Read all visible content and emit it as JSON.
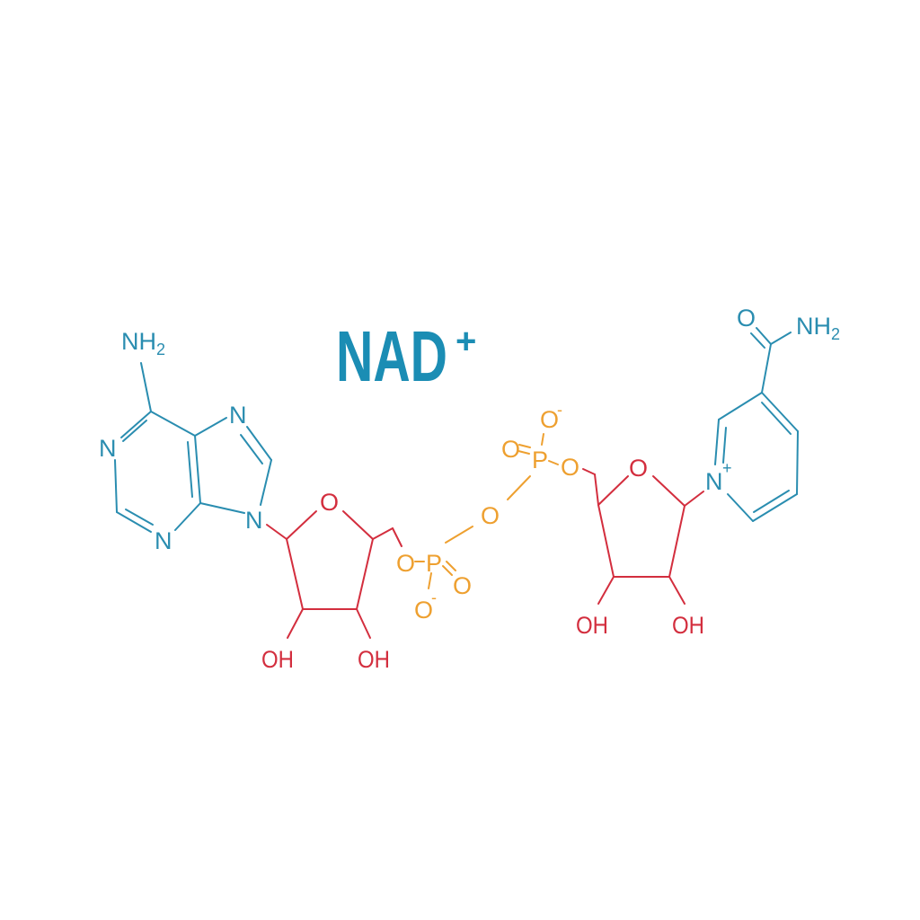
{
  "title": {
    "text": "NAD",
    "superscript": "+",
    "color": "#1b8db4"
  },
  "colors": {
    "base": "#2a8db0",
    "sugar": "#d32e3e",
    "phosphate": "#eea030"
  },
  "adenine": {
    "amine": "NH",
    "amine_sub": "2",
    "n1": "N",
    "n3": "N",
    "n7": "N",
    "n9": "N"
  },
  "ribose_1": {
    "ring_o": "O",
    "oh_2": "OH",
    "oh_3": "OH"
  },
  "phosphate": {
    "p1": {
      "o_ester": "O",
      "p": "P",
      "o_double": "O",
      "o_minus": "O",
      "charge": "-"
    },
    "bridge_o": "O",
    "p2": {
      "o_ester": "O",
      "p": "P",
      "o_double": "O",
      "o_minus": "O",
      "charge": "-"
    }
  },
  "ribose_2": {
    "ring_o": "O",
    "oh_2": "OH",
    "oh_3": "OH"
  },
  "nicotinamide": {
    "n_plus": "N",
    "charge": "+",
    "carbonyl_o": "O",
    "amide": "NH",
    "amide_sub": "2"
  }
}
